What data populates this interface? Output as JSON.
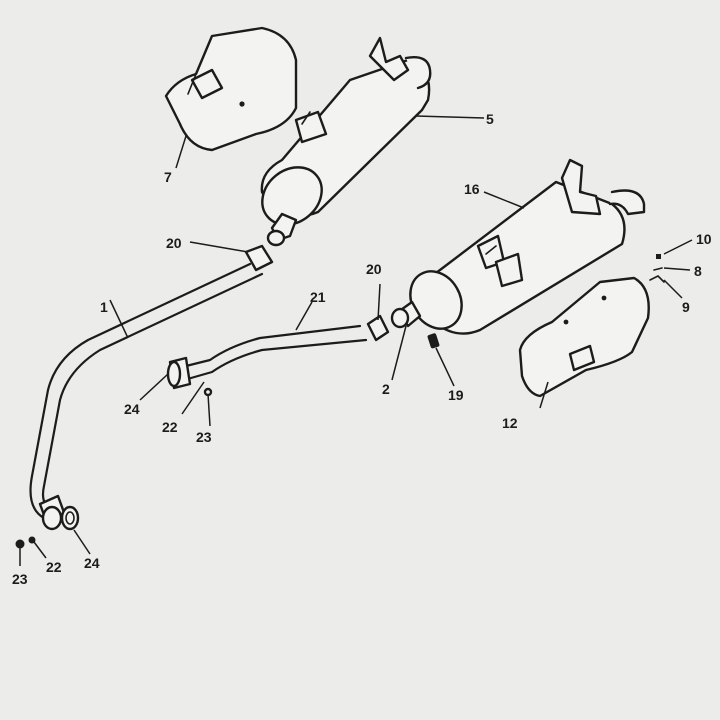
{
  "callouts": {
    "c1": "1",
    "c2": "2",
    "c5": "5",
    "c7": "7",
    "c8": "8",
    "c9": "9",
    "c10": "10",
    "c12": "12",
    "c16": "16",
    "c19": "19",
    "c20a": "20",
    "c20b": "20",
    "c21": "21",
    "c22a": "22",
    "c22b": "22",
    "c23a": "23",
    "c23b": "23",
    "c24a": "24",
    "c24b": "24"
  },
  "colors": {
    "background": "#ececea",
    "ink": "#1c1c1c",
    "part_fill": "#f3f3f1"
  }
}
